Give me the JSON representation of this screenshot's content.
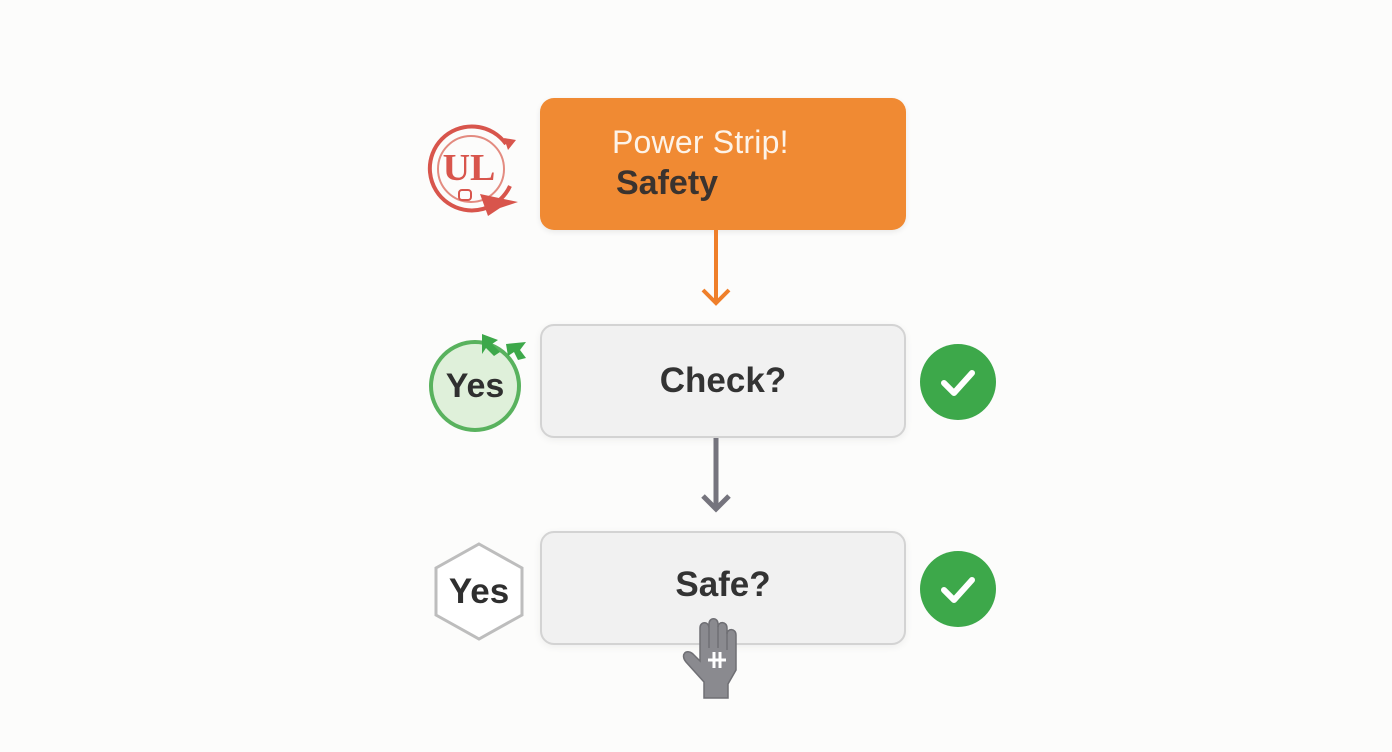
{
  "title": {
    "line1": "Power Strip!",
    "line2": "Safety"
  },
  "steps": [
    {
      "label": "Check?",
      "side_badge": "Yes"
    },
    {
      "label": "Safe?",
      "side_badge": "Yes"
    }
  ],
  "logo": {
    "text": "UL"
  },
  "colors": {
    "title_fill": "#f08a33",
    "step_fill": "#f1f1f1",
    "check_green": "#3da84a",
    "ul_red": "#d8554c",
    "arrow_orange": "#ef7f2a",
    "arrow_gray": "#75747d"
  },
  "icons": [
    "ul-certification-icon",
    "check-circle-icon",
    "hand-cursor-icon"
  ]
}
